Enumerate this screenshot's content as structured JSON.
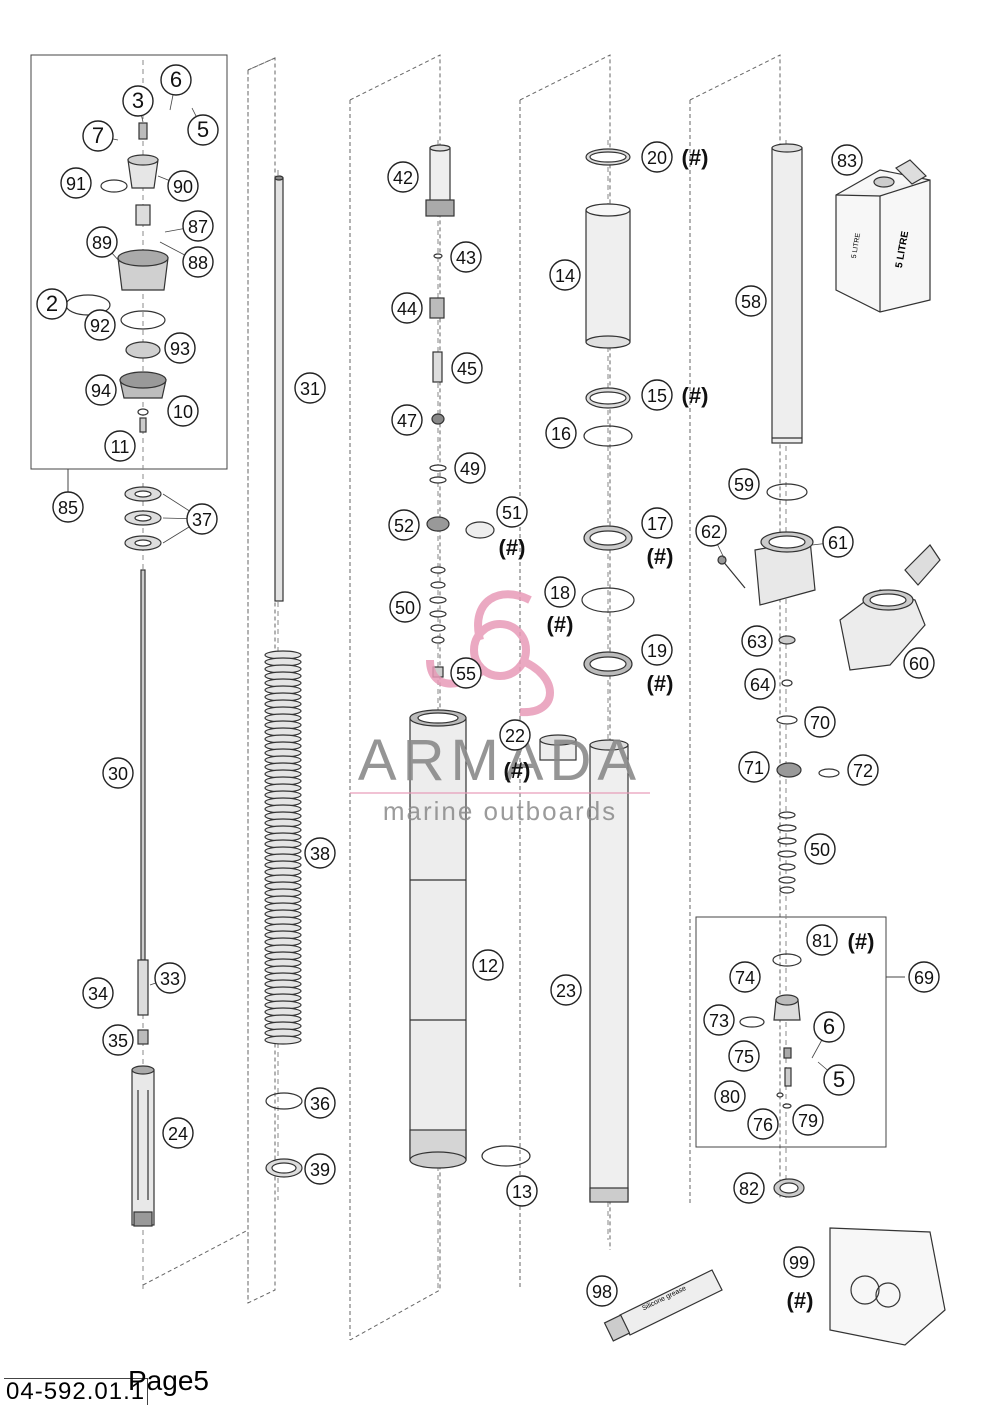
{
  "diagram": {
    "callouts": [
      {
        "id": "c3",
        "label": "3"
      },
      {
        "id": "c6a",
        "label": "6"
      },
      {
        "id": "c5a",
        "label": "5"
      },
      {
        "id": "c7",
        "label": "7"
      },
      {
        "id": "c91",
        "label": "91"
      },
      {
        "id": "c90",
        "label": "90"
      },
      {
        "id": "c87",
        "label": "87"
      },
      {
        "id": "c89",
        "label": "89"
      },
      {
        "id": "c88",
        "label": "88"
      },
      {
        "id": "c2",
        "label": "2"
      },
      {
        "id": "c92",
        "label": "92"
      },
      {
        "id": "c93",
        "label": "93"
      },
      {
        "id": "c94",
        "label": "94"
      },
      {
        "id": "c10",
        "label": "10"
      },
      {
        "id": "c11",
        "label": "11"
      },
      {
        "id": "c85",
        "label": "85"
      },
      {
        "id": "c37",
        "label": "37"
      },
      {
        "id": "c30",
        "label": "30"
      },
      {
        "id": "c34",
        "label": "34"
      },
      {
        "id": "c33",
        "label": "33"
      },
      {
        "id": "c35",
        "label": "35"
      },
      {
        "id": "c24",
        "label": "24"
      },
      {
        "id": "c31",
        "label": "31"
      },
      {
        "id": "c38",
        "label": "38"
      },
      {
        "id": "c36",
        "label": "36"
      },
      {
        "id": "c39",
        "label": "39"
      },
      {
        "id": "c42",
        "label": "42"
      },
      {
        "id": "c43",
        "label": "43"
      },
      {
        "id": "c44",
        "label": "44"
      },
      {
        "id": "c45",
        "label": "45"
      },
      {
        "id": "c47",
        "label": "47"
      },
      {
        "id": "c49",
        "label": "49"
      },
      {
        "id": "c52",
        "label": "52"
      },
      {
        "id": "c51",
        "label": "51"
      },
      {
        "id": "c50a",
        "label": "50"
      },
      {
        "id": "c55",
        "label": "55"
      },
      {
        "id": "c22",
        "label": "22"
      },
      {
        "id": "c12",
        "label": "12"
      },
      {
        "id": "c13",
        "label": "13"
      },
      {
        "id": "c20",
        "label": "20"
      },
      {
        "id": "c14",
        "label": "14"
      },
      {
        "id": "c15",
        "label": "15"
      },
      {
        "id": "c16",
        "label": "16"
      },
      {
        "id": "c17",
        "label": "17"
      },
      {
        "id": "c18",
        "label": "18"
      },
      {
        "id": "c19",
        "label": "19"
      },
      {
        "id": "c23",
        "label": "23"
      },
      {
        "id": "c98",
        "label": "98"
      },
      {
        "id": "c83",
        "label": "83"
      },
      {
        "id": "c58",
        "label": "58"
      },
      {
        "id": "c59",
        "label": "59"
      },
      {
        "id": "c62",
        "label": "62"
      },
      {
        "id": "c61",
        "label": "61"
      },
      {
        "id": "c63",
        "label": "63"
      },
      {
        "id": "c60",
        "label": "60"
      },
      {
        "id": "c64",
        "label": "64"
      },
      {
        "id": "c70",
        "label": "70"
      },
      {
        "id": "c71",
        "label": "71"
      },
      {
        "id": "c72",
        "label": "72"
      },
      {
        "id": "c50b",
        "label": "50"
      },
      {
        "id": "c81",
        "label": "81"
      },
      {
        "id": "c69",
        "label": "69"
      },
      {
        "id": "c74",
        "label": "74"
      },
      {
        "id": "c73",
        "label": "73"
      },
      {
        "id": "c6b",
        "label": "6"
      },
      {
        "id": "c75",
        "label": "75"
      },
      {
        "id": "c5b",
        "label": "5"
      },
      {
        "id": "c80",
        "label": "80"
      },
      {
        "id": "c76",
        "label": "76"
      },
      {
        "id": "c79",
        "label": "79"
      },
      {
        "id": "c82",
        "label": "82"
      },
      {
        "id": "c99",
        "label": "99"
      }
    ],
    "hash_marks": [
      {
        "id": "h20",
        "text": "(#)"
      },
      {
        "id": "h15",
        "text": "(#)"
      },
      {
        "id": "h51",
        "text": "(#)"
      },
      {
        "id": "h17",
        "text": "(#)"
      },
      {
        "id": "h18",
        "text": "(#)"
      },
      {
        "id": "h19",
        "text": "(#)"
      },
      {
        "id": "h22",
        "text": "(#)"
      },
      {
        "id": "h81",
        "text": "(#)"
      },
      {
        "id": "h99",
        "text": "(#)"
      }
    ],
    "oil_can_text": "5 LITRE",
    "oil_can_side_text": "5 LITRE",
    "grease_tube_text": "Silicone grease",
    "watermark": {
      "brand": "ARMADA",
      "tagline": "marine outboards",
      "brand_color": "#8a8a8a",
      "logo_color": "#e89bb8"
    },
    "document_code": "04-592.01.1",
    "page_label": "Page5"
  }
}
